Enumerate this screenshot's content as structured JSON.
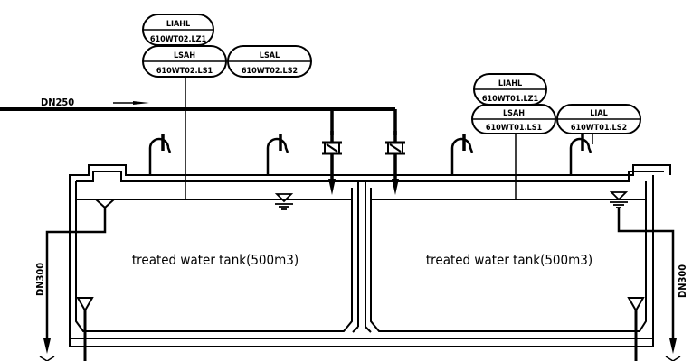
{
  "diagram": {
    "type": "P&ID",
    "colors": {
      "line": "#000000",
      "background": "#ffffff"
    },
    "pipes": {
      "inlet": {
        "label": "DN250",
        "flow_direction": "right"
      },
      "outlet_left": {
        "label": "DN300",
        "flow_direction": "down"
      },
      "outlet_right": {
        "label": "DN300",
        "flow_direction": "down"
      }
    },
    "tanks": [
      {
        "id": "tank-left",
        "label": "treated water tank(500m3)"
      },
      {
        "id": "tank-right",
        "label": "treated water tank(500m3)"
      }
    ],
    "instruments": {
      "left": {
        "liahl": {
          "function": "LIAHL",
          "tag": "610WT02.LZ1"
        },
        "lsah": {
          "function": "LSAH",
          "tag": "610WT02.LS1"
        },
        "lsal": {
          "function": "LSAL",
          "tag": "610WT02.LS2"
        }
      },
      "right": {
        "liahl": {
          "function": "LIAHL",
          "tag": "610WT01.LZ1"
        },
        "lsah": {
          "function": "LSAH",
          "tag": "610WT01.LS1"
        },
        "lial": {
          "function": "LIAL",
          "tag": "610WT01.LS2"
        }
      }
    },
    "valves": [
      {
        "id": "valve-left",
        "type": "check-valve"
      },
      {
        "id": "valve-right",
        "type": "check-valve"
      }
    ],
    "vents": 4,
    "icons": {
      "vent": "vent-gooseneck-icon",
      "level": "water-level-icon",
      "funnel": "suction-funnel-icon",
      "arrow": "flow-arrow-icon"
    }
  }
}
